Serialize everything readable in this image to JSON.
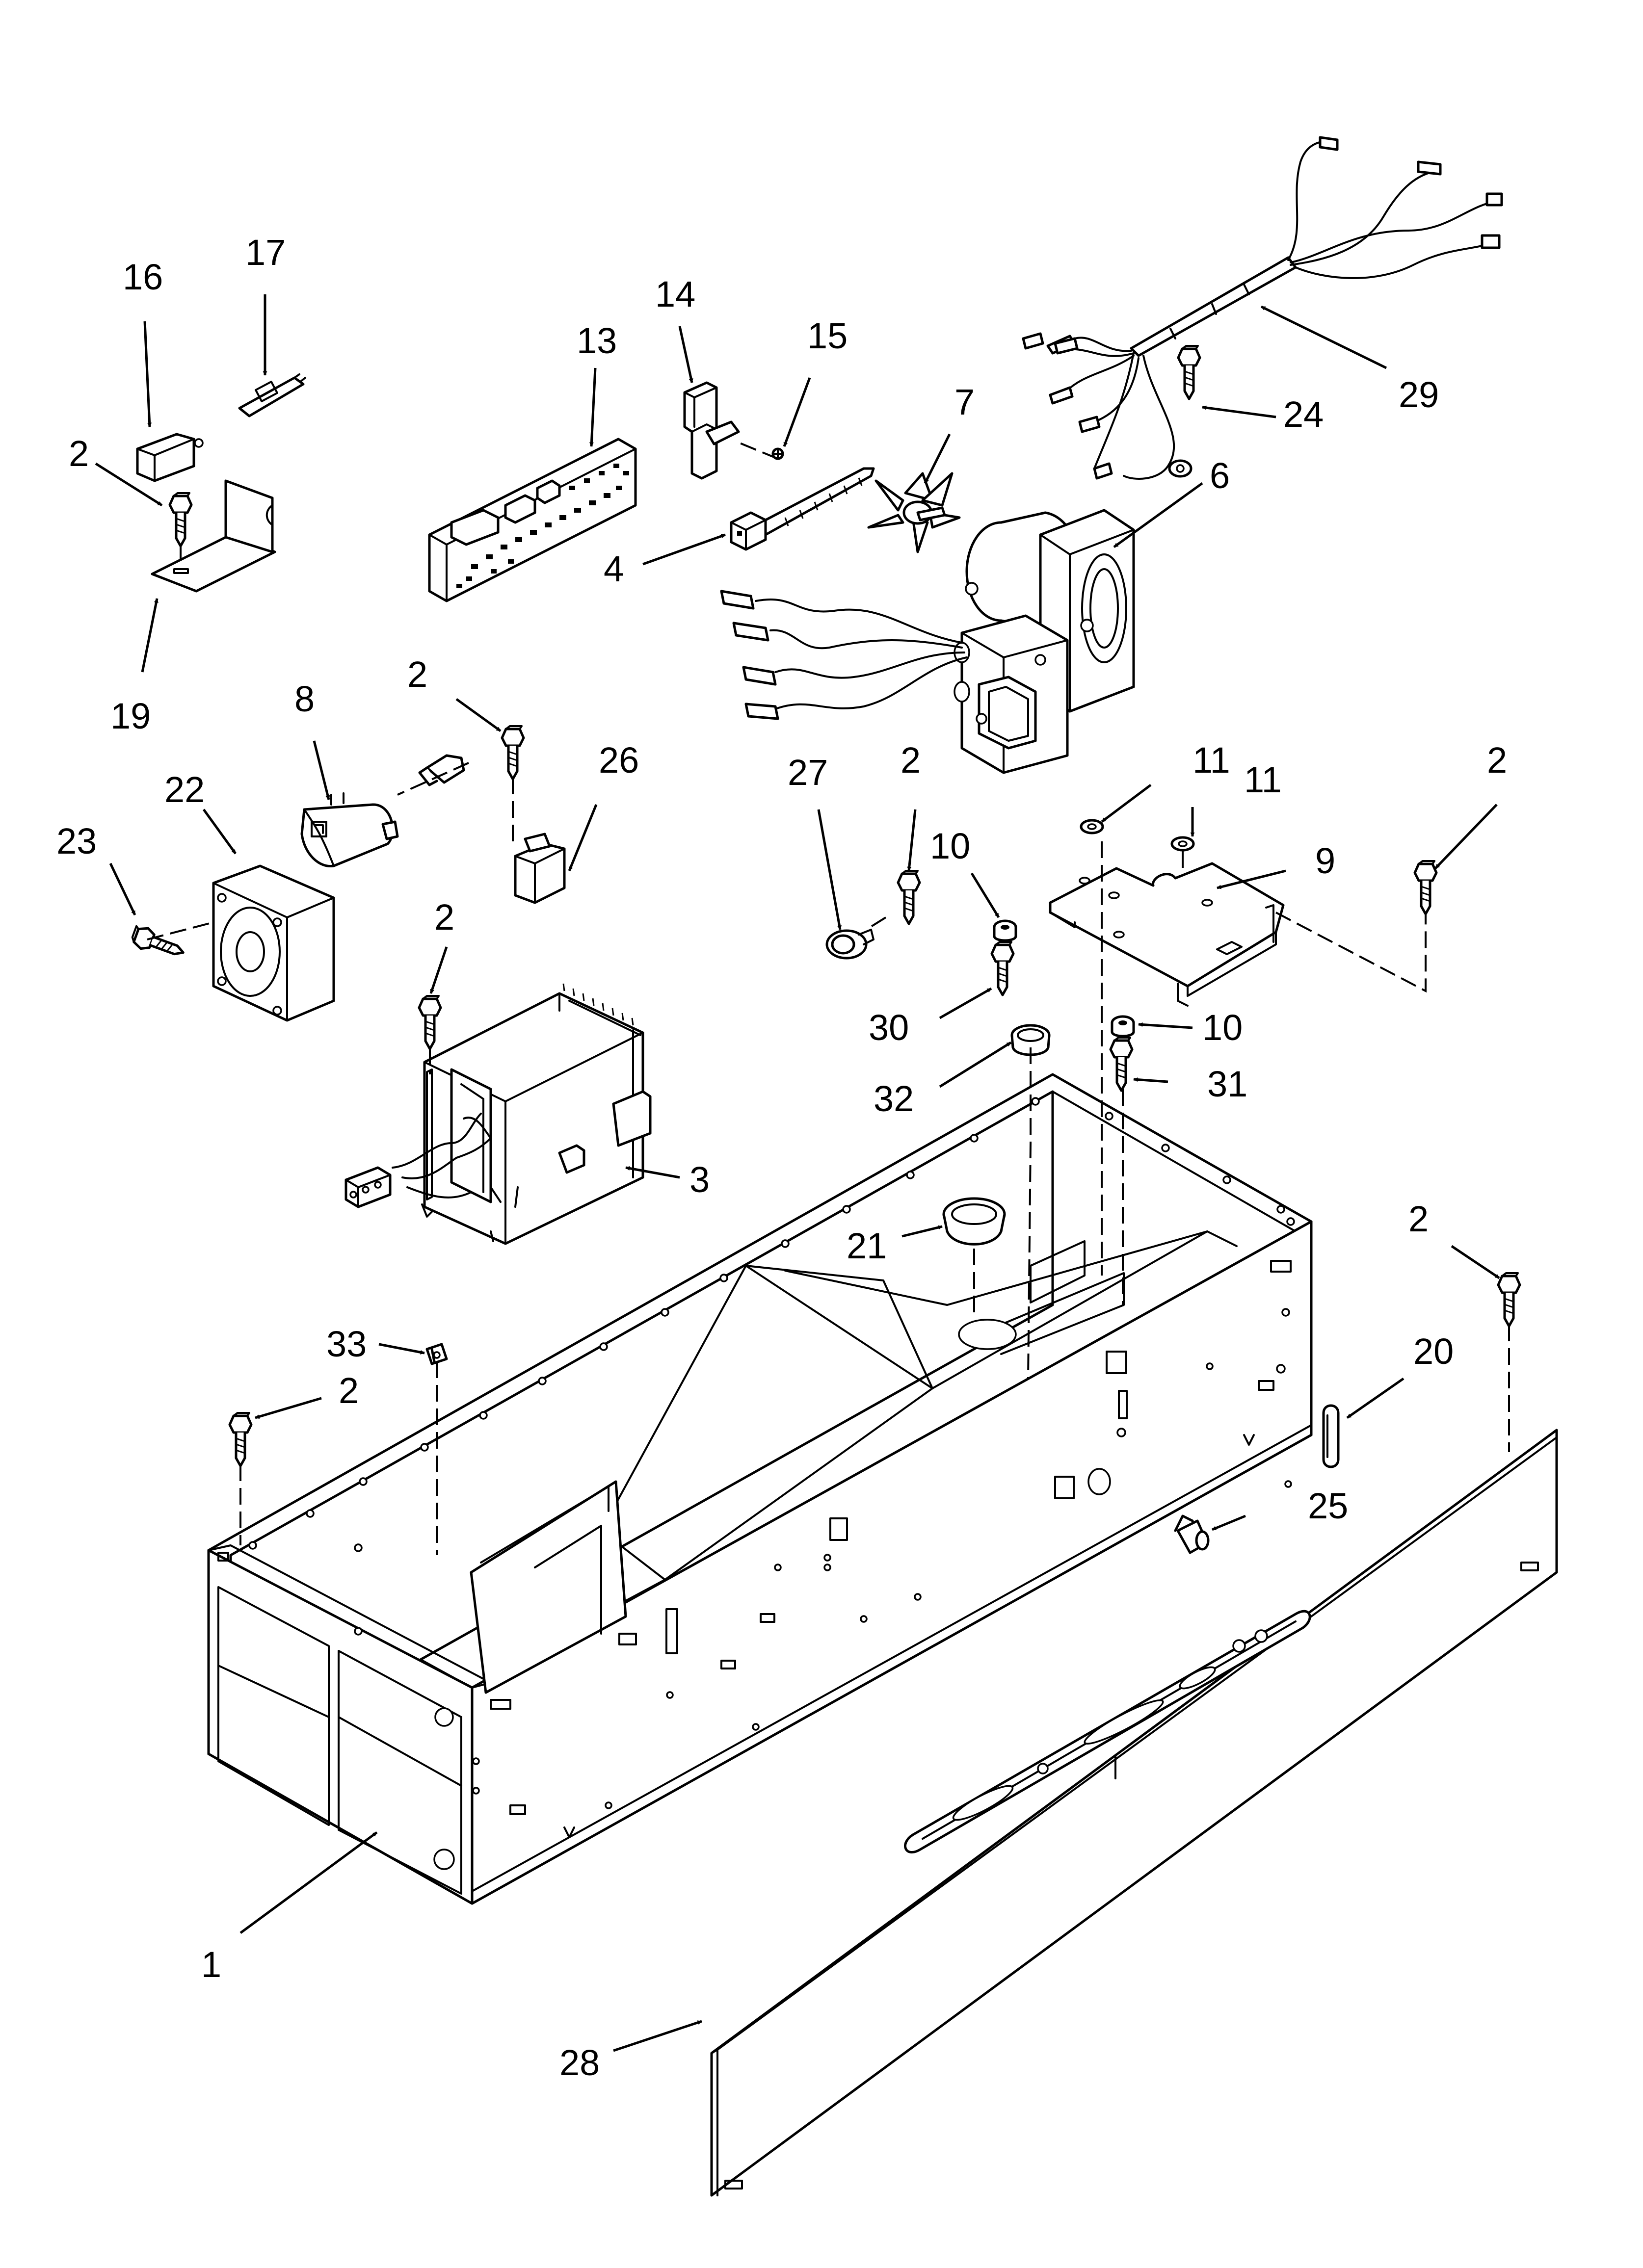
{
  "diagram": {
    "type": "exploded parts diagram",
    "callouts": [
      {
        "id": "1",
        "label": "1"
      },
      {
        "id": "2a",
        "label": "2"
      },
      {
        "id": "2b",
        "label": "2"
      },
      {
        "id": "2c",
        "label": "2"
      },
      {
        "id": "2d",
        "label": "2"
      },
      {
        "id": "2e",
        "label": "2"
      },
      {
        "id": "2f",
        "label": "2"
      },
      {
        "id": "2g",
        "label": "2"
      },
      {
        "id": "3",
        "label": "3"
      },
      {
        "id": "4",
        "label": "4"
      },
      {
        "id": "6",
        "label": "6"
      },
      {
        "id": "7",
        "label": "7"
      },
      {
        "id": "8",
        "label": "8"
      },
      {
        "id": "9",
        "label": "9"
      },
      {
        "id": "10a",
        "label": "10"
      },
      {
        "id": "10b",
        "label": "10"
      },
      {
        "id": "11a",
        "label": "11"
      },
      {
        "id": "11b",
        "label": "11"
      },
      {
        "id": "13",
        "label": "13"
      },
      {
        "id": "14",
        "label": "14"
      },
      {
        "id": "15",
        "label": "15"
      },
      {
        "id": "16",
        "label": "16"
      },
      {
        "id": "17",
        "label": "17"
      },
      {
        "id": "19",
        "label": "19"
      },
      {
        "id": "20",
        "label": "20"
      },
      {
        "id": "21",
        "label": "21"
      },
      {
        "id": "22",
        "label": "22"
      },
      {
        "id": "23",
        "label": "23"
      },
      {
        "id": "24",
        "label": "24"
      },
      {
        "id": "25",
        "label": "25"
      },
      {
        "id": "26",
        "label": "26"
      },
      {
        "id": "27",
        "label": "27"
      },
      {
        "id": "28",
        "label": "28"
      },
      {
        "id": "29",
        "label": "29"
      },
      {
        "id": "30",
        "label": "30"
      },
      {
        "id": "31",
        "label": "31"
      },
      {
        "id": "32",
        "label": "32"
      },
      {
        "id": "33",
        "label": "33"
      }
    ]
  }
}
